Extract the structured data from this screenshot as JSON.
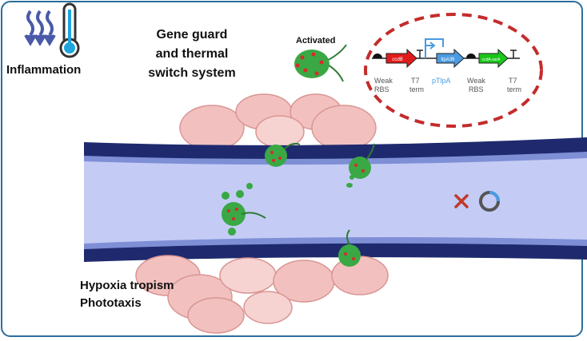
{
  "labels": {
    "inflammation": "Inflammation",
    "title_line1": "Gene guard",
    "title_line2": "and thermal",
    "title_line3": "switch system",
    "activated": "Activated",
    "hypoxia": "Hypoxia tropism",
    "phototaxis": "Phototaxis"
  },
  "circuit": {
    "genes": [
      "ccdB",
      "tlpA36",
      "ccdA-ssrA"
    ],
    "parts": [
      {
        "line1": "Weak",
        "line2": "RBS"
      },
      {
        "line1": "T7",
        "line2": "term"
      },
      {
        "line1": "pTlpA",
        "line2": ""
      },
      {
        "line1": "Weak",
        "line2": "RBS"
      },
      {
        "line1": "T7",
        "line2": "term"
      }
    ]
  },
  "colors": {
    "frame": "#2b6d9c",
    "vessel_dark": "#1f2a6e",
    "vessel_lumen": "#c4ccf5",
    "cell": "#f2c1bf",
    "bacteria": "#3aa845",
    "dots": "#d62b2b",
    "dashed_ellipse": "#c42b2b",
    "promoter": "#4a9be0"
  },
  "icons": [
    "heat-waves-icon",
    "thermometer-icon",
    "cross-icon",
    "loading-ring-icon"
  ]
}
